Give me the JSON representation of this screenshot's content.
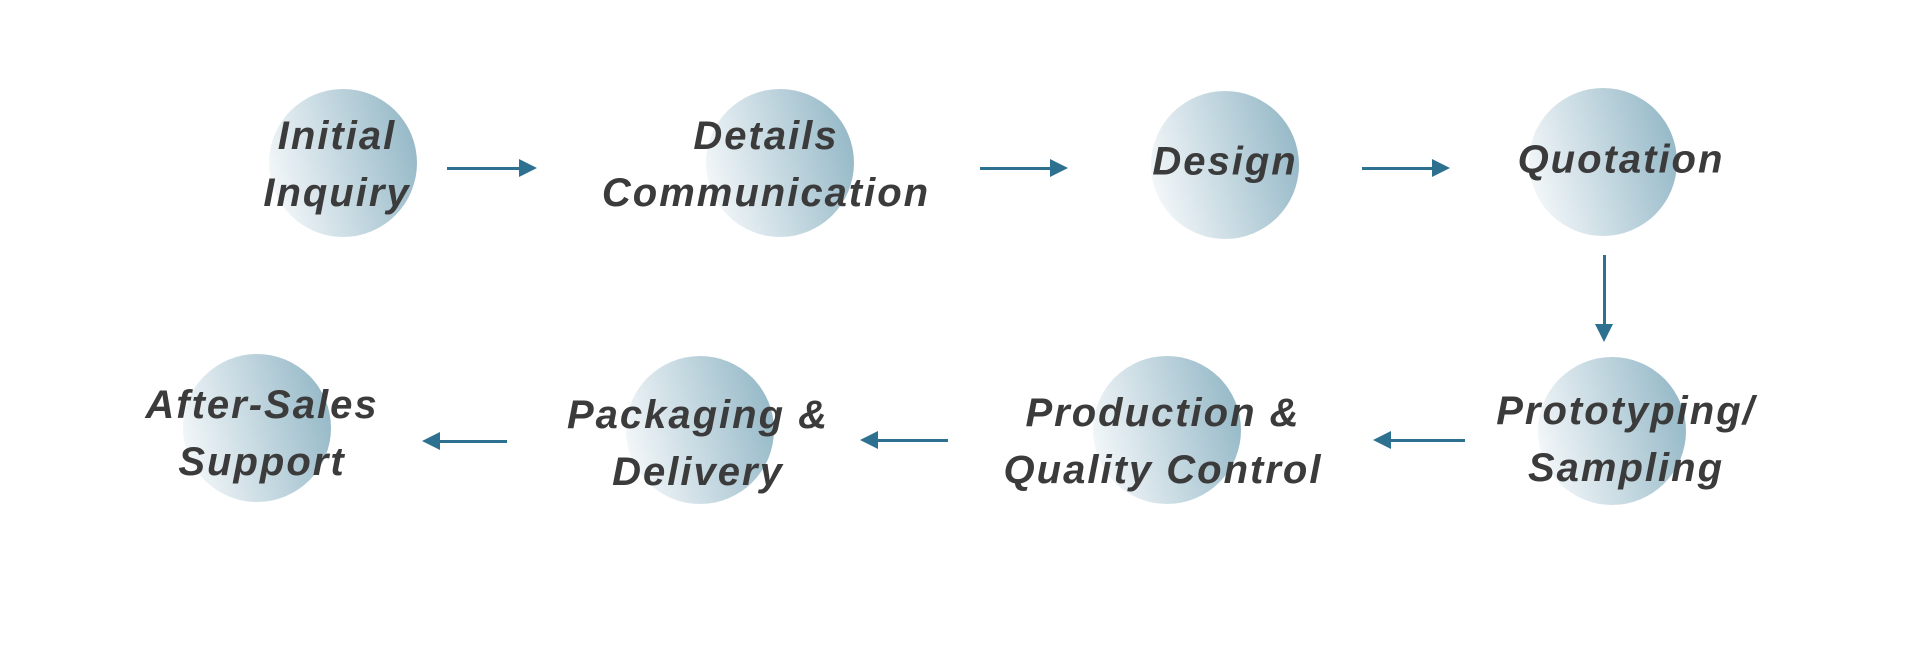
{
  "colors": {
    "background": "#ffffff",
    "arrow": "#2e7090",
    "text": "#3b3b3c",
    "circle_light": "#fcfdfe",
    "circle_dark": "#8db3c3"
  },
  "steps": [
    {
      "id": "initial-inquiry",
      "label": "Initial Inquiry",
      "lines": [
        "Initial",
        "Inquiry"
      ]
    },
    {
      "id": "details-communication",
      "label": "Details Communication",
      "lines": [
        "Details",
        "Communication"
      ]
    },
    {
      "id": "design",
      "label": "Design",
      "lines": [
        "Design"
      ]
    },
    {
      "id": "quotation",
      "label": "Quotation",
      "lines": [
        "Quotation"
      ]
    },
    {
      "id": "prototyping-sampling",
      "label": "Prototyping/ Sampling",
      "lines": [
        "Prototyping/",
        "Sampling"
      ]
    },
    {
      "id": "production-quality-control",
      "label": "Production & Quality Control",
      "lines": [
        "Production &",
        "Quality Control"
      ]
    },
    {
      "id": "packaging-delivery",
      "label": "Packaging & Delivery",
      "lines": [
        "Packaging &",
        "Delivery"
      ]
    },
    {
      "id": "after-sales-support",
      "label": "After-Sales Support",
      "lines": [
        "After-Sales",
        "Support"
      ]
    }
  ],
  "connections": [
    {
      "from": "initial-inquiry",
      "to": "details-communication",
      "direction": "right"
    },
    {
      "from": "details-communication",
      "to": "design",
      "direction": "right"
    },
    {
      "from": "design",
      "to": "quotation",
      "direction": "right"
    },
    {
      "from": "quotation",
      "to": "prototyping-sampling",
      "direction": "down"
    },
    {
      "from": "prototyping-sampling",
      "to": "production-quality-control",
      "direction": "left"
    },
    {
      "from": "production-quality-control",
      "to": "packaging-delivery",
      "direction": "left"
    },
    {
      "from": "packaging-delivery",
      "to": "after-sales-support",
      "direction": "left"
    }
  ]
}
